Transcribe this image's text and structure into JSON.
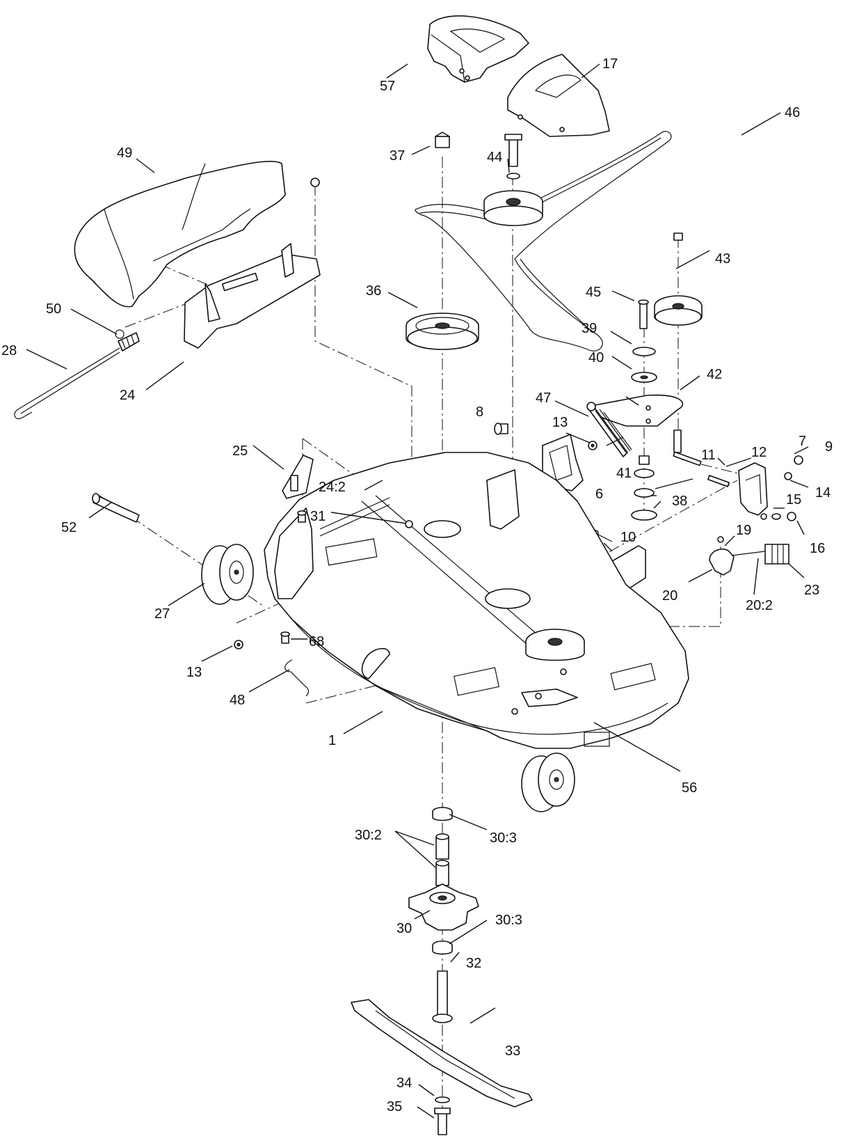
{
  "callouts": [
    {
      "id": "c1",
      "text": "1"
    },
    {
      "id": "c6",
      "text": "6"
    },
    {
      "id": "c7",
      "text": "7"
    },
    {
      "id": "c8",
      "text": "8"
    },
    {
      "id": "c9",
      "text": "9"
    },
    {
      "id": "c10",
      "text": "10"
    },
    {
      "id": "c11",
      "text": "11"
    },
    {
      "id": "c12",
      "text": "12"
    },
    {
      "id": "c13a",
      "text": "13"
    },
    {
      "id": "c13b",
      "text": "13"
    },
    {
      "id": "c14",
      "text": "14"
    },
    {
      "id": "c15",
      "text": "15"
    },
    {
      "id": "c16",
      "text": "16"
    },
    {
      "id": "c17",
      "text": "17"
    },
    {
      "id": "c19",
      "text": "19"
    },
    {
      "id": "c20",
      "text": "20"
    },
    {
      "id": "c20_2",
      "text": "20:2"
    },
    {
      "id": "c23",
      "text": "23"
    },
    {
      "id": "c24",
      "text": "24"
    },
    {
      "id": "c24_2",
      "text": "24:2"
    },
    {
      "id": "c25",
      "text": "25"
    },
    {
      "id": "c27",
      "text": "27"
    },
    {
      "id": "c28",
      "text": "28"
    },
    {
      "id": "c30",
      "text": "30"
    },
    {
      "id": "c30_2",
      "text": "30:2"
    },
    {
      "id": "c30_3a",
      "text": "30:3"
    },
    {
      "id": "c30_3b",
      "text": "30:3"
    },
    {
      "id": "c31",
      "text": "31"
    },
    {
      "id": "c32",
      "text": "32"
    },
    {
      "id": "c33",
      "text": "33"
    },
    {
      "id": "c34",
      "text": "34"
    },
    {
      "id": "c35",
      "text": "35"
    },
    {
      "id": "c36",
      "text": "36"
    },
    {
      "id": "c37",
      "text": "37"
    },
    {
      "id": "c38",
      "text": "38"
    },
    {
      "id": "c39",
      "text": "39"
    },
    {
      "id": "c40",
      "text": "40"
    },
    {
      "id": "c41",
      "text": "41"
    },
    {
      "id": "c42",
      "text": "42"
    },
    {
      "id": "c43",
      "text": "43"
    },
    {
      "id": "c44",
      "text": "44"
    },
    {
      "id": "c45",
      "text": "45"
    },
    {
      "id": "c46",
      "text": "46"
    },
    {
      "id": "c47",
      "text": "47"
    },
    {
      "id": "c48",
      "text": "48"
    },
    {
      "id": "c49",
      "text": "49"
    },
    {
      "id": "c50",
      "text": "50"
    },
    {
      "id": "c52",
      "text": "52"
    },
    {
      "id": "c56",
      "text": "56"
    },
    {
      "id": "c57",
      "text": "57"
    },
    {
      "id": "c68",
      "text": "68"
    }
  ]
}
